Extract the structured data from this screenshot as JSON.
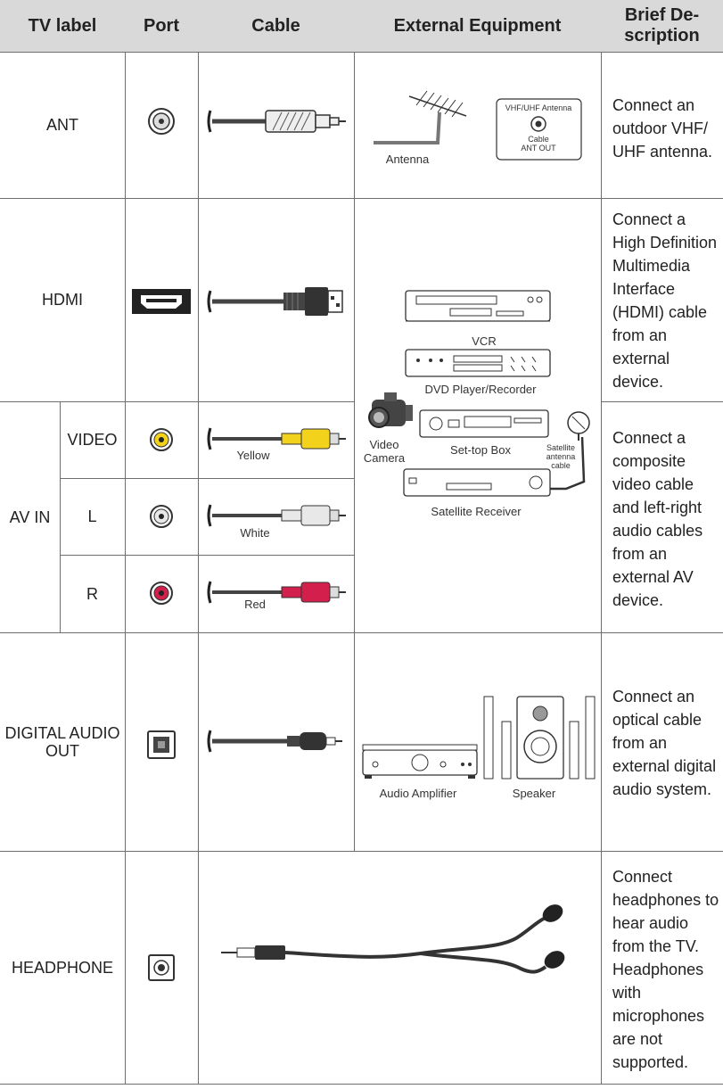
{
  "header": {
    "tv_label": "TV label",
    "port": "Port",
    "cable": "Cable",
    "external_equipment": "External Equipment",
    "brief_description": "Brief De-scription"
  },
  "rows": {
    "ant": {
      "label": "ANT",
      "equipment_antenna": "Antenna",
      "jack_title": "VHF/UHF Antenna",
      "jack_cable": "Cable",
      "jack_out": "ANT OUT",
      "description": "Connect an outdoor VHF/ UHF antenna."
    },
    "hdmi": {
      "label": "HDMI",
      "description": "Connect a High Definition Multimedia Interface (HDMI) cable from an external device."
    },
    "av_in": {
      "label": "AV IN",
      "video_label": "VIDEO",
      "l_label": "L",
      "r_label": "R",
      "video_cable": "Yellow",
      "l_cable": "White",
      "r_cable": "Red",
      "description": "Connect a composite video cable and left-right audio cables from an external AV device."
    },
    "devices": {
      "vcr": "VCR",
      "dvd": "DVD Player/Recorder",
      "video_camera_1": "Video",
      "video_camera_2": "Camera",
      "set_top_box": "Set-top Box",
      "satellite_cable_1": "Satellite",
      "satellite_cable_2": "antenna",
      "satellite_cable_3": "cable",
      "satellite_receiver": "Satellite Receiver"
    },
    "digital_audio": {
      "label": "DIGITAL AUDIO OUT",
      "amplifier": "Audio Amplifier",
      "speaker": "Speaker",
      "description": "Connect an optical cable from an external digital audio system."
    },
    "headphone": {
      "label": "HEADPHONE",
      "description": "Connect headphones to hear audio from the TV. Headphones with microphones are not supported."
    }
  },
  "colors": {
    "header_bg": "#d9d9d9",
    "grid_line": "#6e6e6e",
    "yellow_plug": "#f2d21b",
    "white_plug": "#e8e8e8",
    "red_plug": "#d21f4b"
  }
}
